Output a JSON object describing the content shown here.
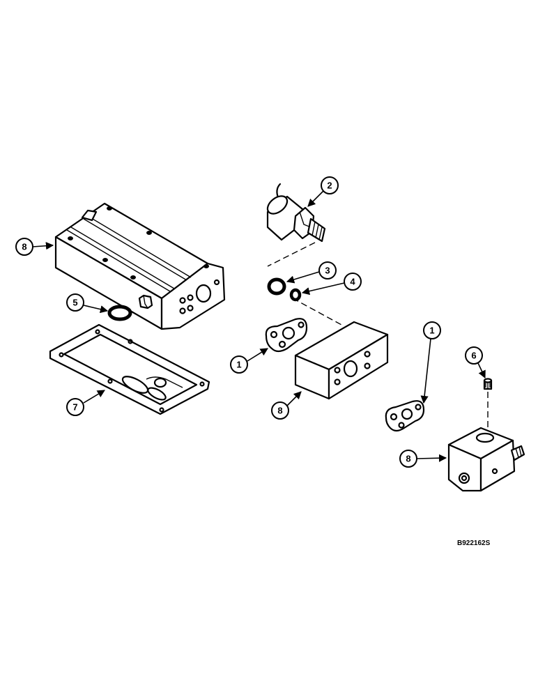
{
  "diagram": {
    "reference_code": "B922162S",
    "callouts": {
      "c8a": "8",
      "c5": "5",
      "c7": "7",
      "c2": "2",
      "c3": "3",
      "c4": "4",
      "c1a": "1",
      "c8b": "8",
      "c1b": "1",
      "c6": "6",
      "c8c": "8"
    },
    "parts": [
      "cover-block",
      "solenoid",
      "o-ring-large",
      "o-ring-small",
      "o-ring-cover",
      "gasket-flat",
      "gasket-small-a",
      "gasket-small-b",
      "valve-block-center",
      "valve-block-right",
      "plug"
    ]
  }
}
